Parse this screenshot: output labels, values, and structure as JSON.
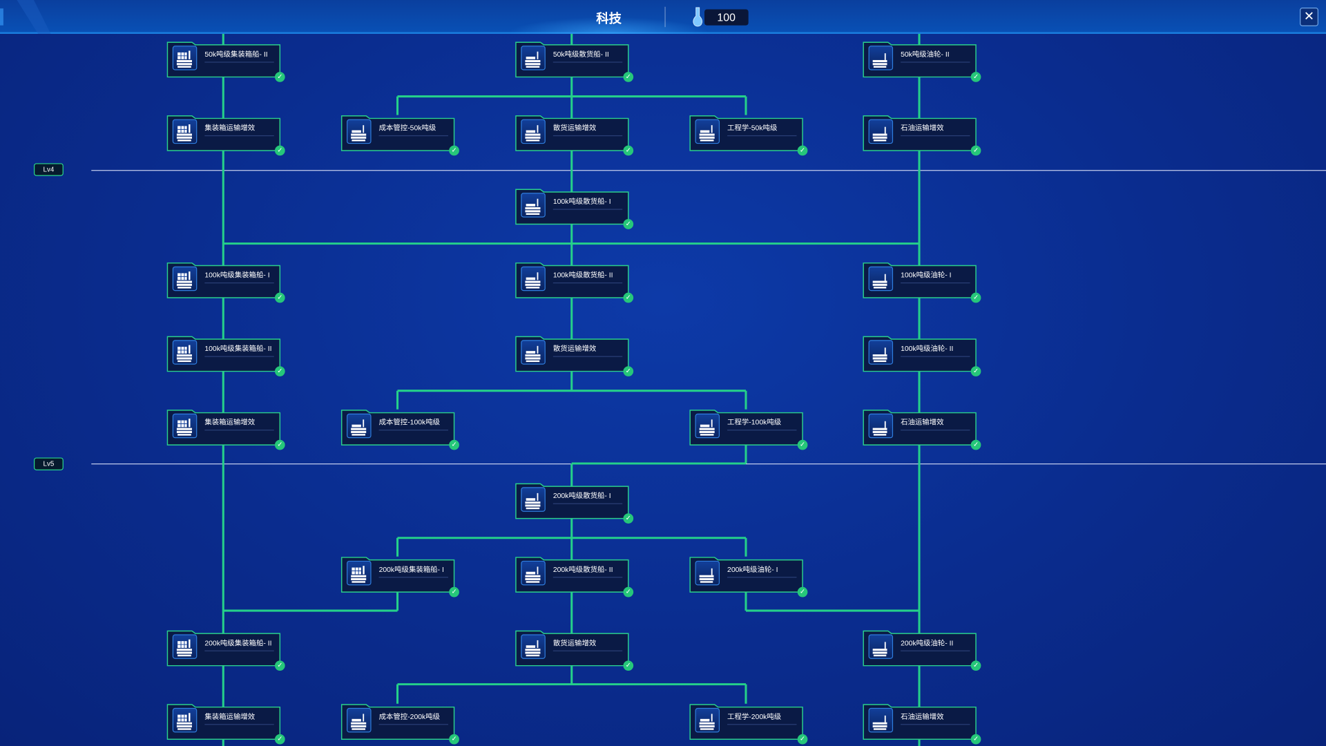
{
  "header": {
    "title": "科技",
    "resource_icon": "flask-icon",
    "resource_value": "100",
    "close_label": "✕"
  },
  "levels": [
    {
      "label": "Lv4"
    },
    {
      "label": "Lv5"
    }
  ],
  "colors": {
    "line": "#25d08a",
    "check": "#26c77a",
    "card_bg": "#0a1a45"
  },
  "nodes": [
    {
      "col": 0,
      "row": 0,
      "label": "50k吨级集装箱船- II",
      "icon": "container",
      "done": true
    },
    {
      "col": 2,
      "row": 0,
      "label": "50k吨级散货船- II",
      "icon": "bulk",
      "done": true
    },
    {
      "col": 4,
      "row": 0,
      "label": "50k吨级油轮- II",
      "icon": "tanker",
      "done": true
    },
    {
      "col": 0,
      "row": 1,
      "label": "集装箱运输增效",
      "icon": "container",
      "done": true
    },
    {
      "col": 1,
      "row": 1,
      "label": "成本管控-50k吨级",
      "icon": "bulk",
      "done": true
    },
    {
      "col": 2,
      "row": 1,
      "label": "散货运输增效",
      "icon": "bulk",
      "done": true
    },
    {
      "col": 3,
      "row": 1,
      "label": "工程学-50k吨级",
      "icon": "bulk",
      "done": true
    },
    {
      "col": 4,
      "row": 1,
      "label": "石油运输增效",
      "icon": "tanker",
      "done": true
    },
    {
      "col": 2,
      "row": 2,
      "label": "100k吨级散货船- I",
      "icon": "bulk",
      "done": true
    },
    {
      "col": 0,
      "row": 3,
      "label": "100k吨级集装箱船- I",
      "icon": "container",
      "done": true
    },
    {
      "col": 2,
      "row": 3,
      "label": "100k吨级散货船- II",
      "icon": "bulk",
      "done": true
    },
    {
      "col": 4,
      "row": 3,
      "label": "100k吨级油轮- I",
      "icon": "tanker",
      "done": true
    },
    {
      "col": 0,
      "row": 4,
      "label": "100k吨级集装箱船- II",
      "icon": "container",
      "done": true
    },
    {
      "col": 2,
      "row": 4,
      "label": "散货运输增效",
      "icon": "bulk",
      "done": true
    },
    {
      "col": 4,
      "row": 4,
      "label": "100k吨级油轮- II",
      "icon": "tanker",
      "done": true
    },
    {
      "col": 0,
      "row": 5,
      "label": "集装箱运输增效",
      "icon": "container",
      "done": true
    },
    {
      "col": 1,
      "row": 5,
      "label": "成本管控-100k吨级",
      "icon": "bulk",
      "done": true
    },
    {
      "col": 3,
      "row": 5,
      "label": "工程学-100k吨级",
      "icon": "bulk",
      "done": true
    },
    {
      "col": 4,
      "row": 5,
      "label": "石油运输增效",
      "icon": "tanker",
      "done": true
    },
    {
      "col": 2,
      "row": 6,
      "label": "200k吨级散货船- I",
      "icon": "bulk",
      "done": true
    },
    {
      "col": 1,
      "row": 7,
      "label": "200k吨级集装箱船- I",
      "icon": "container",
      "done": true
    },
    {
      "col": 2,
      "row": 7,
      "label": "200k吨级散货船- II",
      "icon": "bulk",
      "done": true
    },
    {
      "col": 3,
      "row": 7,
      "label": "200k吨级油轮- I",
      "icon": "tanker",
      "done": true
    },
    {
      "col": 0,
      "row": 8,
      "label": "200k吨级集装箱船- II",
      "icon": "container",
      "done": true
    },
    {
      "col": 2,
      "row": 8,
      "label": "散货运输增效",
      "icon": "bulk",
      "done": true
    },
    {
      "col": 4,
      "row": 8,
      "label": "200k吨级油轮- II",
      "icon": "tanker",
      "done": true
    },
    {
      "col": 0,
      "row": 9,
      "label": "集装箱运输增效",
      "icon": "container",
      "done": true
    },
    {
      "col": 1,
      "row": 9,
      "label": "成本管控-200k吨级",
      "icon": "bulk",
      "done": true
    },
    {
      "col": 3,
      "row": 9,
      "label": "工程学-200k吨级",
      "icon": "bulk",
      "done": true
    },
    {
      "col": 4,
      "row": 9,
      "label": "石油运输增效",
      "icon": "tanker",
      "done": true
    }
  ]
}
